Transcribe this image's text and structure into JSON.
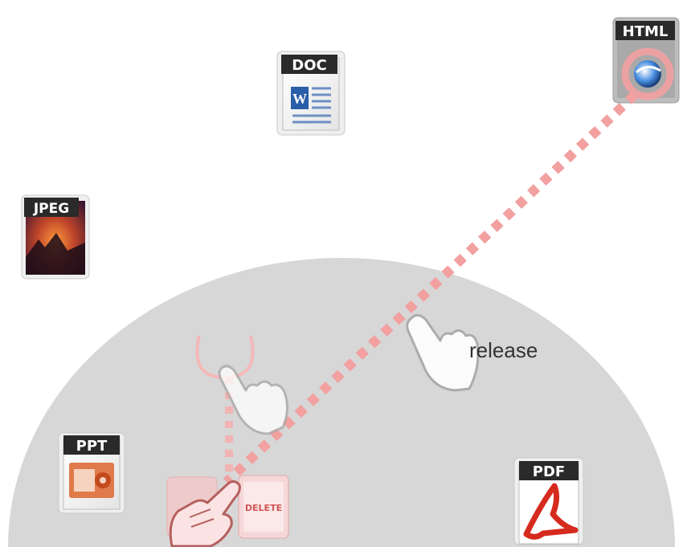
{
  "icons": {
    "doc": "DOC",
    "html": "HTML",
    "jpeg": "JPEG",
    "ppt": "PPT",
    "pdf": "PDF",
    "delete": "DELETE"
  },
  "gesture": {
    "release_label": "release"
  },
  "colors": {
    "zone": "#d7d7d7",
    "dash": "#f2a0a0",
    "label_bg": "#2a2a2a",
    "hand_outline": "#9a9a9a"
  }
}
